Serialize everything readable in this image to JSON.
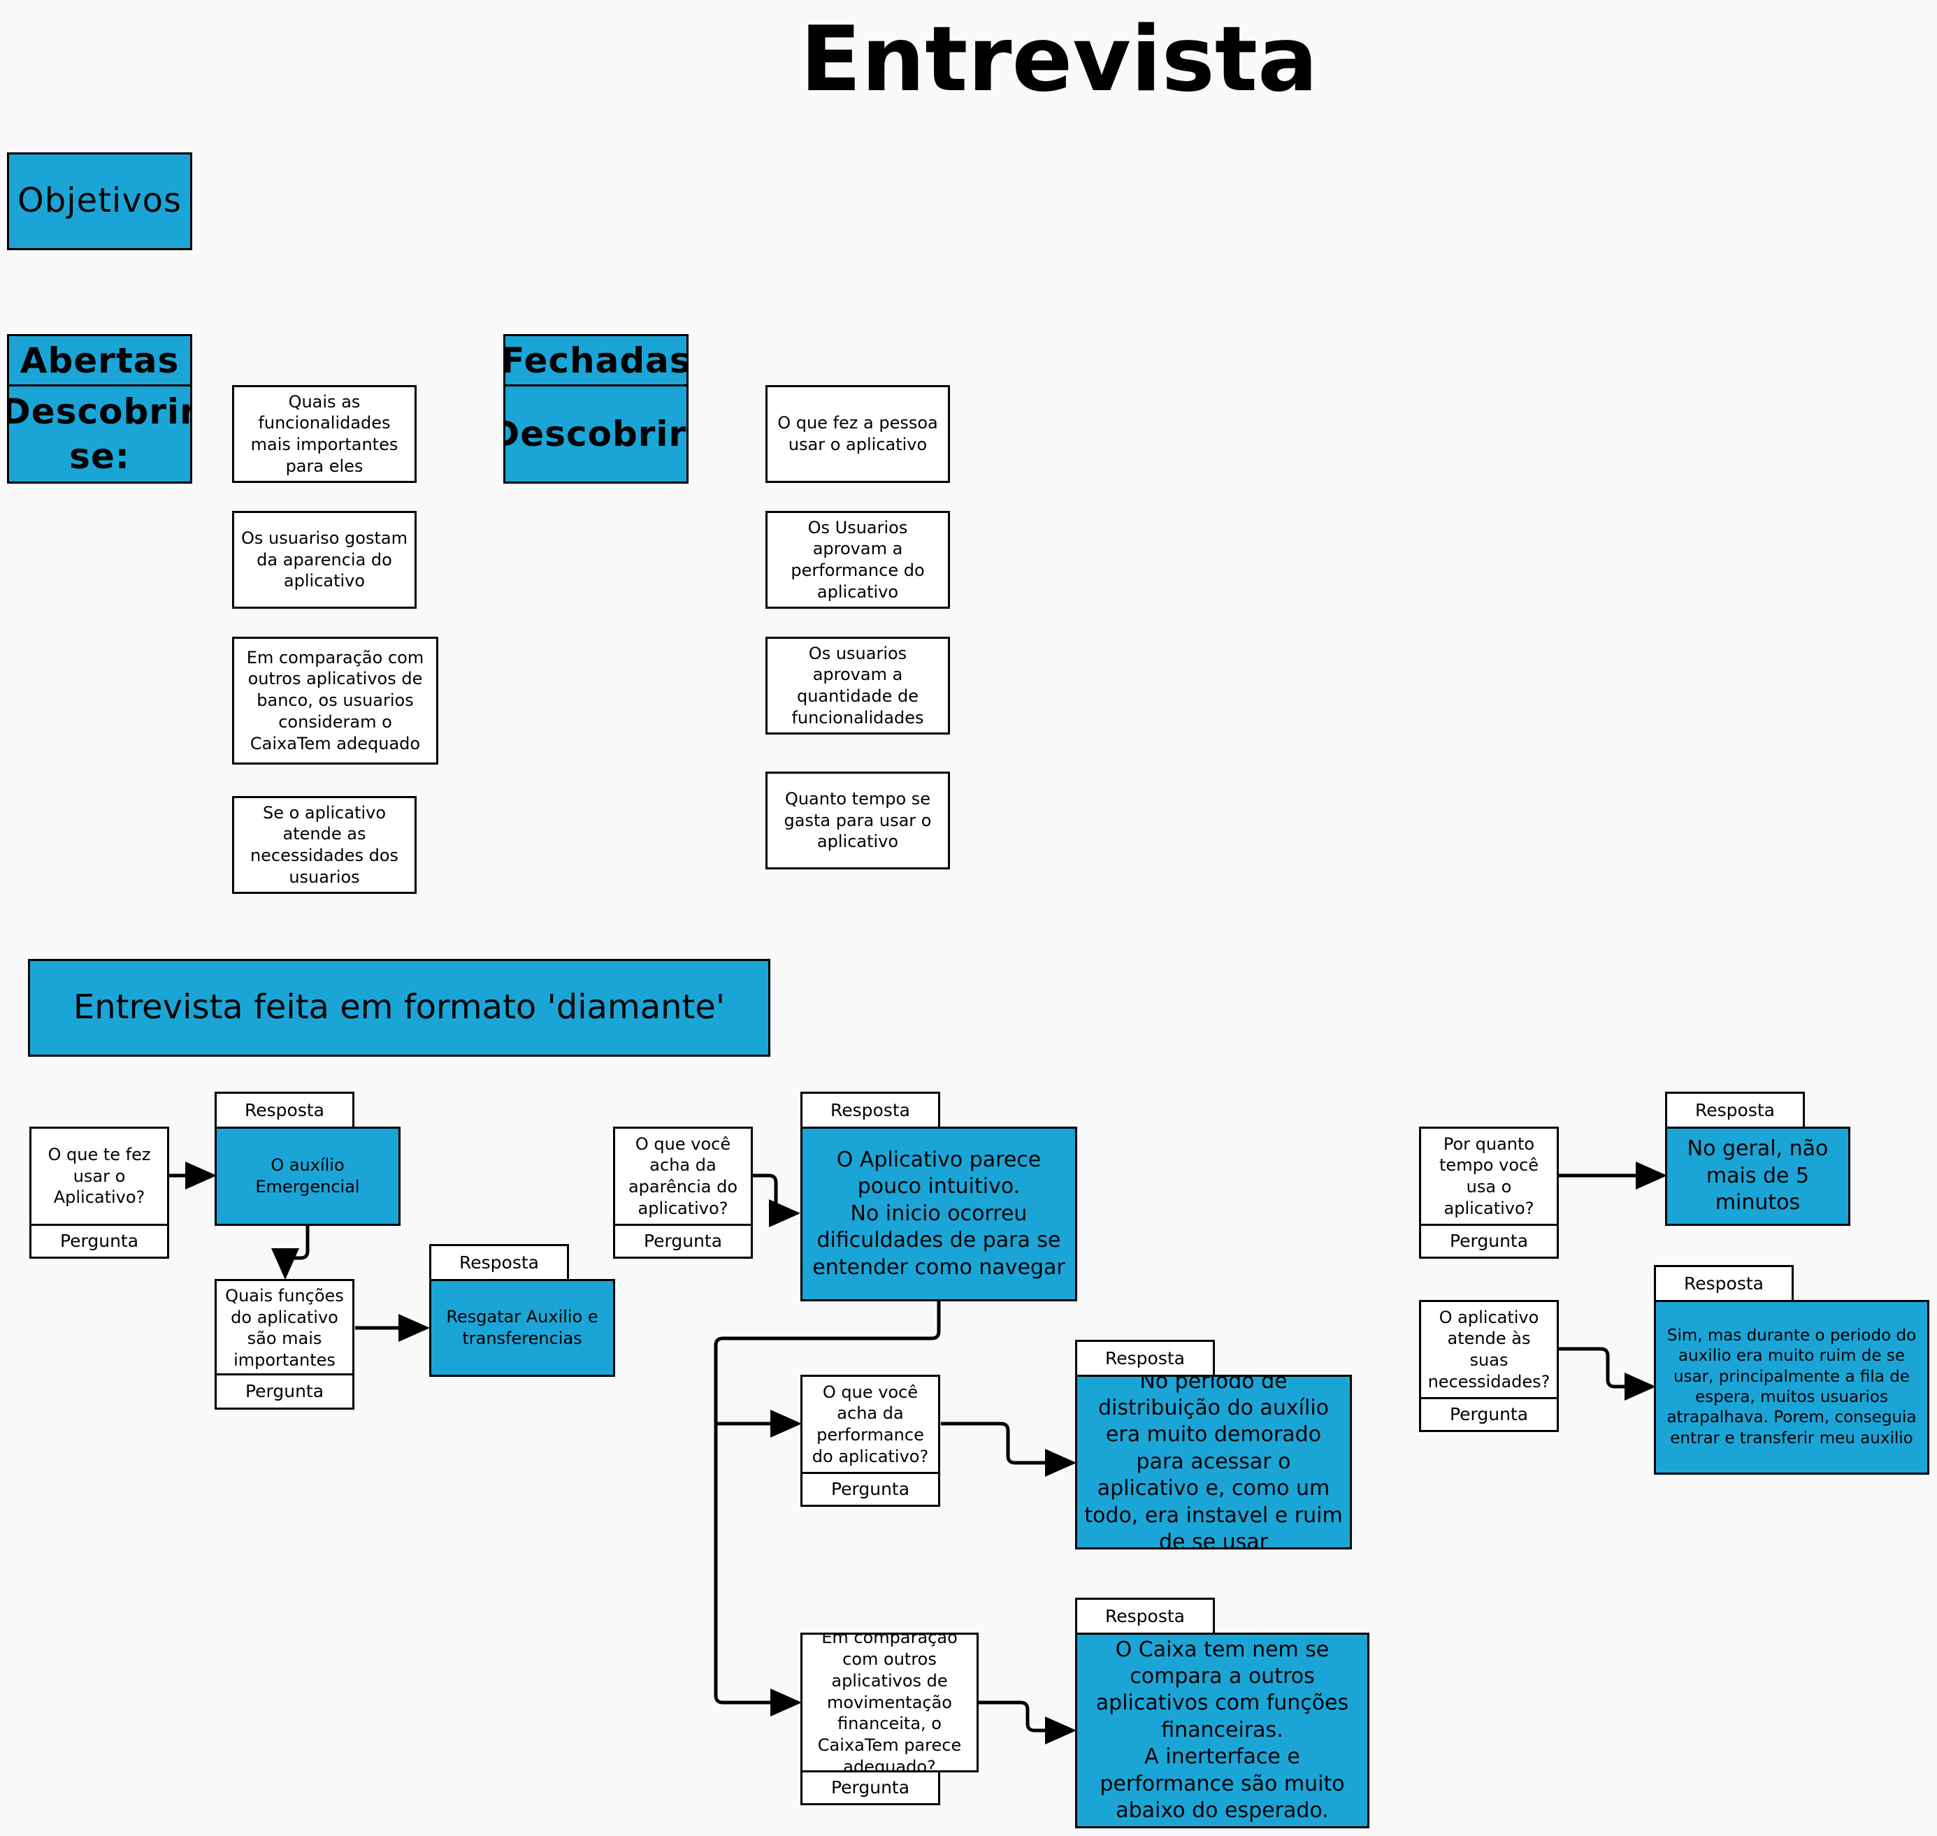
{
  "title": "Entrevista",
  "objetivos": "Objetivos",
  "abertas": {
    "header": "Abertas",
    "subheader": "Descobrir se:",
    "items": [
      "Quais as funcionalidades mais importantes para eles",
      "Os usuariso gostam da aparencia do aplicativo",
      "Em comparação com outros aplicativos de banco, os usuarios consideram o CaixaTem adequado",
      "Se o aplicativo atende as necessidades dos usuarios"
    ]
  },
  "fechadas": {
    "header": "Fechadas",
    "subheader": "Descobrir:",
    "items": [
      "O que fez a pessoa usar o aplicativo",
      "Os Usuarios aprovam a performance do aplicativo",
      "Os usuarios aprovam a quantidade de funcionalidades",
      "Quanto tempo se gasta para usar o aplicativo"
    ]
  },
  "diamante": "Entrevista feita em formato 'diamante'",
  "labels": {
    "pergunta": "Pergunta",
    "resposta": "Resposta"
  },
  "qa": [
    {
      "question": "O que te fez usar o Aplicativo?",
      "answer": "O auxílio Emergencial"
    },
    {
      "question": "Quais funções do aplicativo são mais importantes para você?",
      "answer": "Resgatar Auxilio e transferencias"
    },
    {
      "question": "O que você acha da aparência do aplicativo?",
      "answer": "O Aplicativo parece pouco intuitivo.\nNo inicio ocorreu dificuldades de para se entender como navegar"
    },
    {
      "question": "O que você acha da performance do aplicativo?",
      "answer": "No periodo de distribuição do auxílio era muito demorado para acessar o aplicativo e, como um todo, era instavel e ruim de se usar"
    },
    {
      "question": "Em comparação com outros aplicativos de movimentação financeita, o CaixaTem parece adequado?",
      "answer": "O Caixa tem nem se compara a outros aplicativos com funções financeiras.\nA inerterface e performance são muito abaixo do esperado."
    },
    {
      "question": "Por quanto tempo você usa o aplicativo?",
      "answer": "No geral, não mais de 5 minutos"
    },
    {
      "question": "O aplicativo atende às suas necessidades?",
      "answer": "Sim, mas durante o periodo do auxilio era muito ruim de se usar, principalmente a fila de espera, muitos usuarios atrapalhava. Porem, conseguia entrar e transferir meu auxilio"
    }
  ],
  "colors": {
    "accent": "#1ba5d7",
    "background": "#f9f9f9",
    "border": "#000000"
  }
}
